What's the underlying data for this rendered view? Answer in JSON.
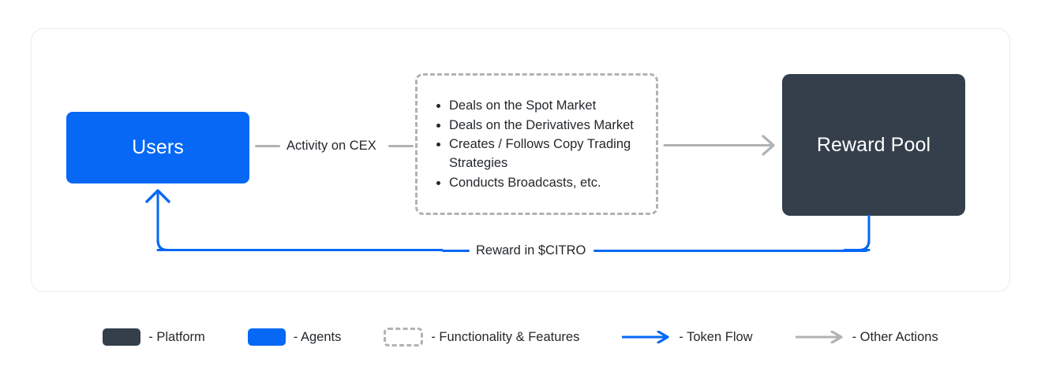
{
  "diagram": {
    "nodes": {
      "users": {
        "label": "Users",
        "color": "#0668f5",
        "role": "agents"
      },
      "reward_pool": {
        "label": "Reward Pool",
        "color": "#343f4b",
        "role": "platform"
      }
    },
    "features_box": {
      "border_color": "#b0b2b5",
      "items": [
        "Deals on the Spot Market",
        "Deals on the Derivatives Market",
        "Creates / Follows Copy Trading Strategies",
        "Conducts Broadcasts, etc."
      ]
    },
    "edges": {
      "activity": {
        "label": "Activity on CEX",
        "color": "#b0b2b5",
        "type": "other-actions"
      },
      "features_to_pool": {
        "label": "",
        "color": "#b0b2b5",
        "type": "other-actions"
      },
      "reward": {
        "label": "Reward in $CITRO",
        "color": "#0668f5",
        "type": "token-flow"
      }
    }
  },
  "legend": {
    "items": [
      {
        "label": "- Platform",
        "swatch": "solid-dark",
        "color": "#343f4b"
      },
      {
        "label": "- Agents",
        "swatch": "solid-blue",
        "color": "#0668f5"
      },
      {
        "label": "- Functionality & Features",
        "swatch": "dashed-outline",
        "color": "#b0b2b5"
      },
      {
        "label": "- Token Flow",
        "swatch": "arrow-blue",
        "color": "#0668f5"
      },
      {
        "label": "- Other Actions",
        "swatch": "arrow-gray",
        "color": "#b0b2b5"
      }
    ]
  }
}
